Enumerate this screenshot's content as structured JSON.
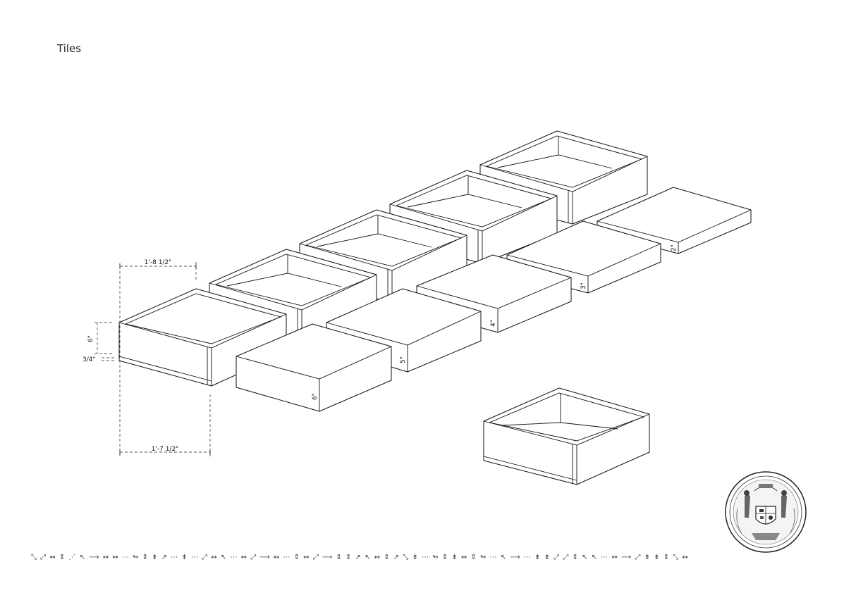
{
  "title": "Tiles",
  "dimensions": {
    "top_width": "1'-8 1/2\"",
    "bottom_width": "1'-7 1/2\"",
    "height_left": "6\"",
    "base_thickness": "3/4\""
  },
  "block_heights": [
    "6\"",
    "5\"",
    "4\"",
    "3\"",
    "2\""
  ],
  "colors": {
    "line": "#111111",
    "dimension": "#555555",
    "background": "#ffffff"
  },
  "seal": {
    "icon": "coat-of-arms-seal"
  }
}
